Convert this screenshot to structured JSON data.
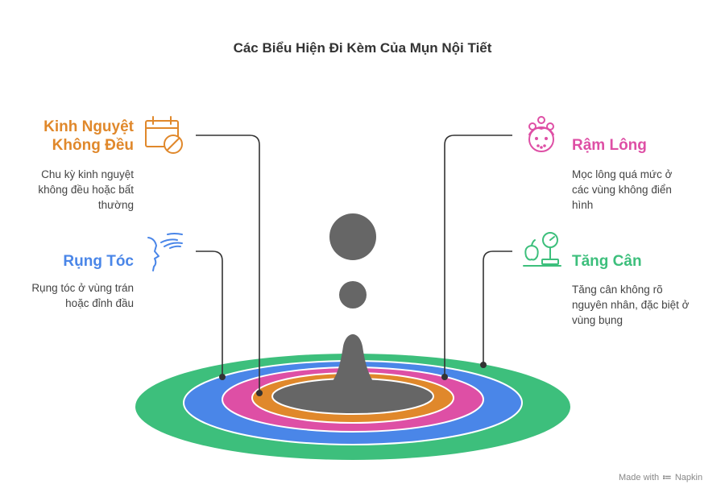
{
  "title": "Các Biểu Hiện Đi Kèm Của Mụn Nội Tiết",
  "colors": {
    "green": "#3DBF7C",
    "blue": "#4A86E8",
    "pink": "#DE4FA5",
    "orange": "#E0882B",
    "gray": "#666666",
    "line": "#333333"
  },
  "items": [
    {
      "heading_line1": "Kinh Nguyệt",
      "heading_line2": "Không Đều",
      "description": [
        "Chu kỳ kinh nguyệt",
        "không đều hoặc bất",
        "thường"
      ],
      "color": "#E0882B",
      "icon": "calendar-cancel-icon"
    },
    {
      "heading": "Rụng Tóc",
      "description": [
        "Rụng tóc ở vùng trán",
        "hoặc đỉnh đầu"
      ],
      "color": "#4A86E8",
      "icon": "hair-loss-head-icon"
    },
    {
      "heading": "Rậm Lông",
      "description": [
        "Mọc lông quá mức ở",
        "các vùng không điển",
        "hình"
      ],
      "color": "#DE4FA5",
      "icon": "face-hair-icon"
    },
    {
      "heading": "Tăng Cân",
      "description": [
        "Tăng cân không rõ",
        "nguyên nhân, đặc biệt ở",
        "vùng bụng"
      ],
      "color": "#3DBF7C",
      "icon": "scale-apple-icon"
    }
  ],
  "watermark": {
    "made_with": "Made with",
    "brand": "Napkin"
  }
}
